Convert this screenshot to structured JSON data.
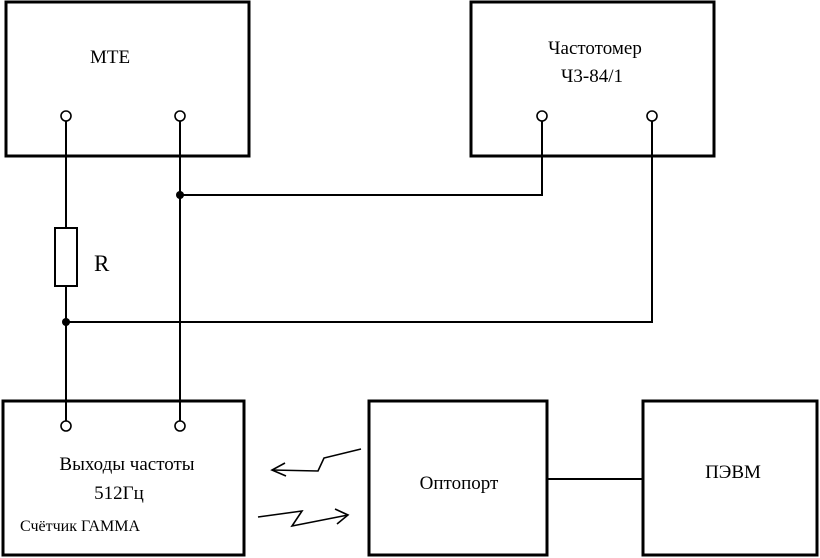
{
  "blocks": {
    "mte": {
      "label": "МТЕ"
    },
    "frequency_meter": {
      "line1": "Частотомер",
      "line2": "Ч3-84/1"
    },
    "counter": {
      "line1": "Выходы частоты",
      "line2": "512Гц",
      "line3": "Счётчик ГАММА"
    },
    "optoport": {
      "label": "Оптопорт"
    },
    "pc": {
      "label": "ПЭВМ"
    }
  },
  "resistor": {
    "label": "R"
  },
  "colors": {
    "line": "#000000",
    "background": "#ffffff"
  }
}
